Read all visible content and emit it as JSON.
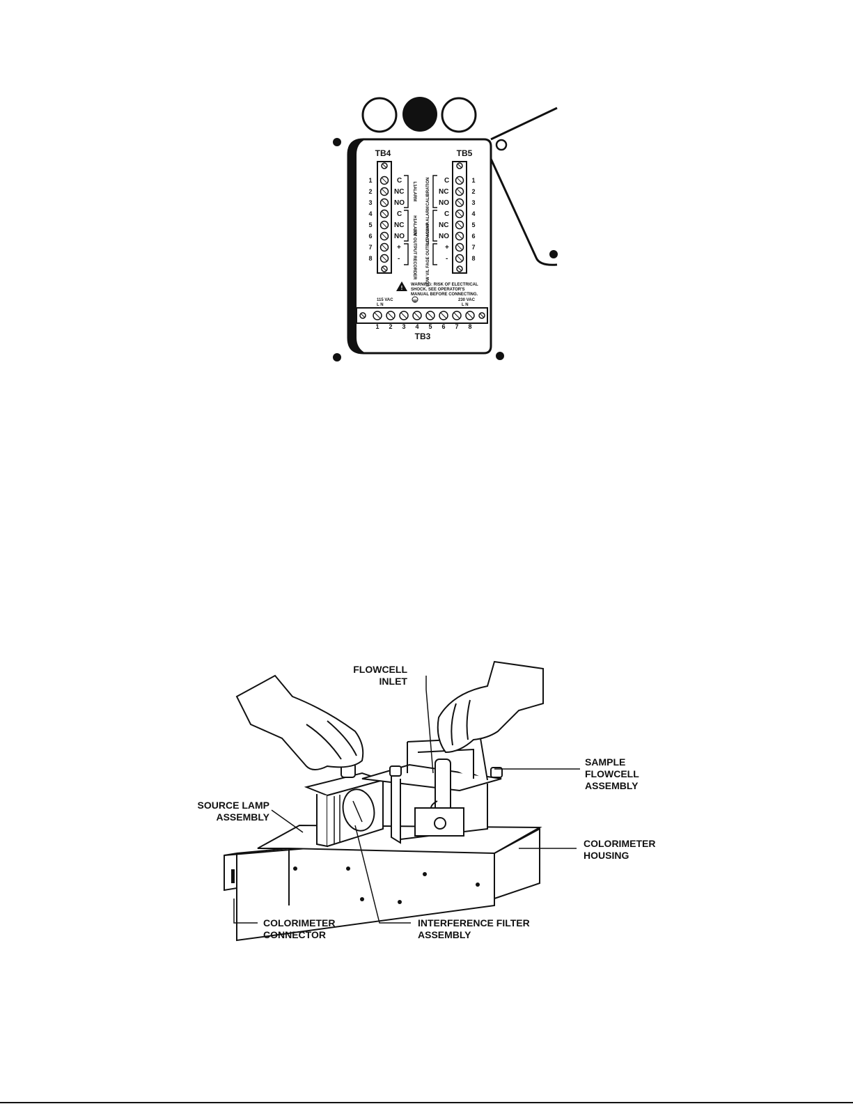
{
  "terminal_panel": {
    "tb4_label": "TB4",
    "tb5_label": "TB5",
    "tb3_label": "TB3",
    "tb4_numbers": [
      "1",
      "2",
      "3",
      "4",
      "5",
      "6",
      "7",
      "8"
    ],
    "tb5_numbers": [
      "1",
      "2",
      "3",
      "4",
      "5",
      "6",
      "7",
      "8"
    ],
    "tb3_numbers": [
      "1",
      "2",
      "3",
      "4",
      "5",
      "6",
      "7",
      "8"
    ],
    "contacts": [
      "C",
      "NC",
      "NO",
      "C",
      "NC",
      "NO",
      "+",
      "-"
    ],
    "tb4_groups": [
      "L1ALARM",
      "H1ALARM",
      "10V OUTPUT RECORDER"
    ],
    "tb5_groups": [
      "CALIBRATION",
      "LOAM AMP ALARM",
      "LOW V/L FAGE OUTPUT 4-20mA"
    ],
    "warning_text": [
      "WARNING: RISK OF ELECTRICAL",
      "SHOCK. SEE OPERATOR'S",
      "MANUAL BEFORE CONNECTING."
    ],
    "voltage_left": "115 VAC",
    "voltage_left_sub": "L      N",
    "voltage_right": "230 VAC",
    "voltage_right_sub": "L   N"
  },
  "colorimeter": {
    "labels": {
      "flowcell_inlet": [
        "FLOWCELL",
        "INLET"
      ],
      "sample_flowcell": [
        "SAMPLE",
        "FLOWCELL",
        "ASSEMBLY"
      ],
      "source_lamp": [
        "SOURCE LAMP",
        "ASSEMBLY"
      ],
      "colorimeter_housing": [
        "COLORIMETER",
        "HOUSING"
      ],
      "colorimeter_connector": [
        "COLORIMETER",
        "CONNECTOR"
      ],
      "interference_filter": [
        "INTERFERENCE FILTER",
        "ASSEMBLY"
      ]
    }
  },
  "colors": {
    "ink": "#111111",
    "paper": "#ffffff"
  }
}
